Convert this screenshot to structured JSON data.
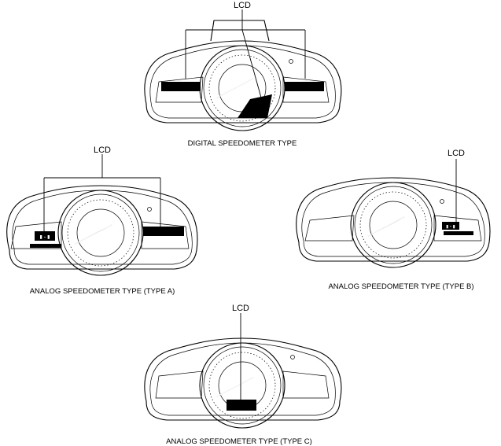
{
  "lcd_label": "LCD",
  "clusters": [
    {
      "caption": "DIGITAL SPEEDOMETER TYPE"
    },
    {
      "caption": "ANALOG SPEEDOMETER TYPE (TYPE A)"
    },
    {
      "caption": "ANALOG SPEEDOMETER TYPE (TYPE B)"
    },
    {
      "caption": "ANALOG SPEEDOMETER TYPE (TYPE C)"
    }
  ]
}
